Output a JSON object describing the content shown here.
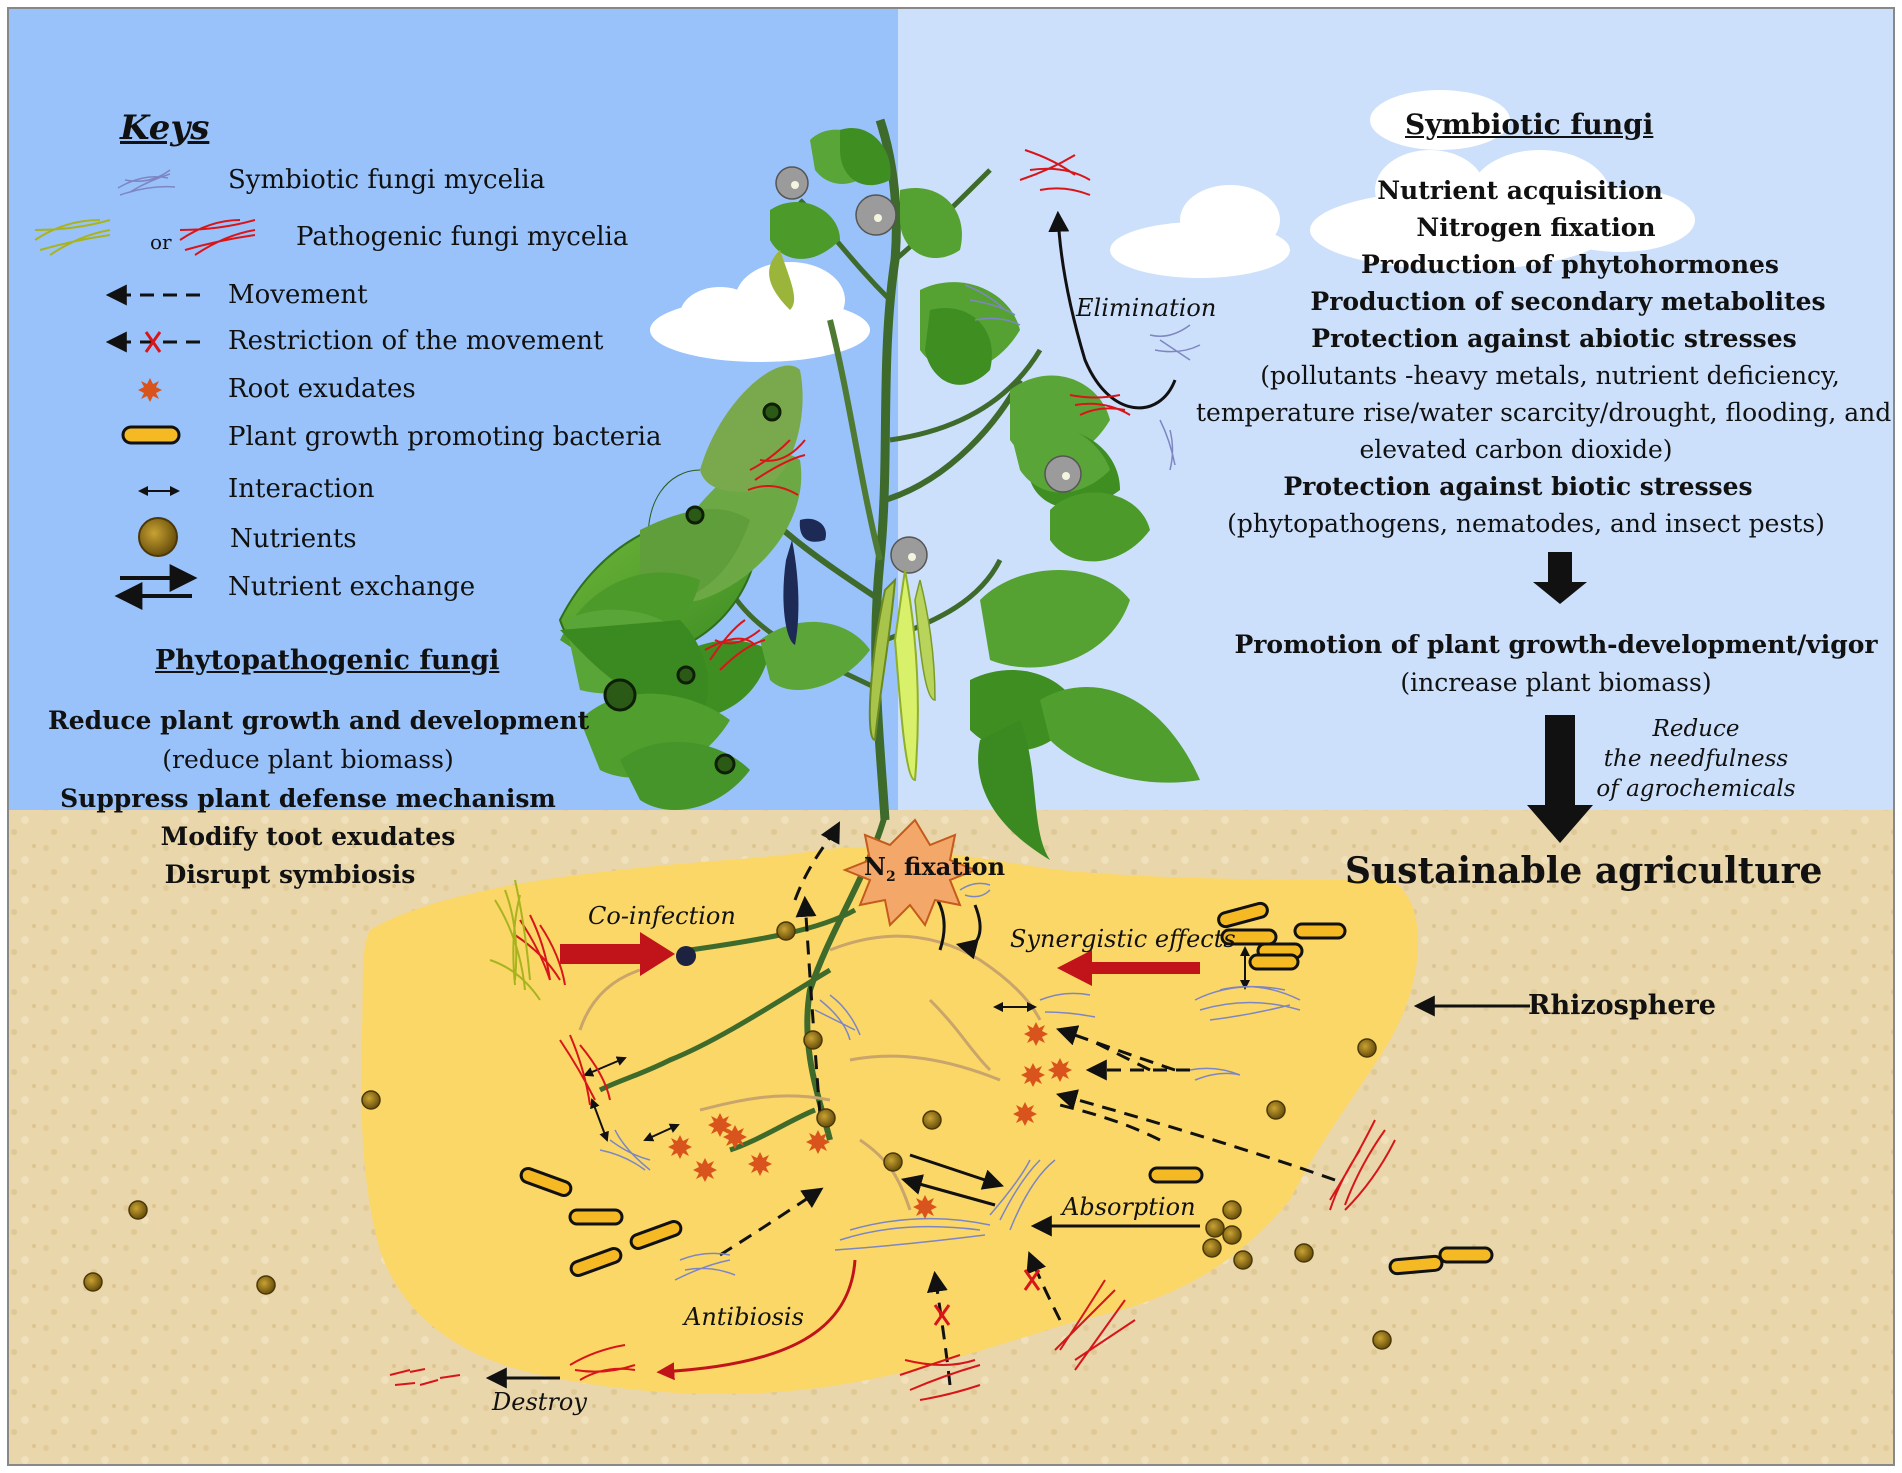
{
  "keys": {
    "title": "Keys",
    "or": "or",
    "items": [
      "Symbiotic fungi mycelia",
      "Pathogenic fungi mycelia",
      "Movement",
      "Restriction of the movement",
      "Root exudates",
      "Plant growth promoting bacteria",
      "Interaction",
      "Nutrients",
      "Nutrient exchange"
    ]
  },
  "phyto": {
    "title": "Phytopathogenic fungi",
    "lines": [
      "Reduce plant growth and development",
      "(reduce plant biomass)",
      "Suppress plant defense mechanism",
      "Modify toot exudates",
      "Disrupt symbiosis"
    ]
  },
  "symb": {
    "title": "Symbiotic fungi",
    "lines": [
      "Nutrient acquisition",
      "Nitrogen fixation",
      "Production of phytohormones",
      "Production of secondary metabolites",
      "Protection against abiotic stresses",
      "(pollutants -heavy metals, nutrient deficiency,",
      "temperature rise/water scarcity/drought, flooding, and",
      "elevated carbon dioxide)",
      "Protection against biotic stresses",
      "(phytopathogens, nematodes, and insect pests)"
    ],
    "promotion": "Promotion of plant growth-development/vigor",
    "promotion_sub": "(increase plant biomass)",
    "reduce": [
      "Reduce",
      "the needfulness",
      "of agrochemicals"
    ],
    "sustainable": "Sustainable agriculture"
  },
  "labels": {
    "elimination": "Elimination",
    "n2_n": "N",
    "n2_sub": "2",
    "n2_rest": " fixation",
    "coinfection": "Co-infection",
    "synergistic": "Synergistic effects",
    "rhizosphere": "Rhizosphere",
    "absorption": "Absorption",
    "antibiosis": "Antibiosis",
    "destroy": "Destroy"
  },
  "colors": {
    "sky_left": "#99c2fb",
    "sky_right": "#cde0fb",
    "soil": "#e8d4a8",
    "rhizosphere": "#fbd768",
    "leaf": "#4e9a2a",
    "stem": "#3e6a2c",
    "symbiotic": "#7d86c2",
    "pathogen_red": "#d8161a",
    "pathogen_yellow": "#a8b41e",
    "arrow_red": "#c0141a",
    "nutrient": "#8a6a10",
    "exudate": "#d9541c",
    "bacteria": "#f4b923"
  }
}
